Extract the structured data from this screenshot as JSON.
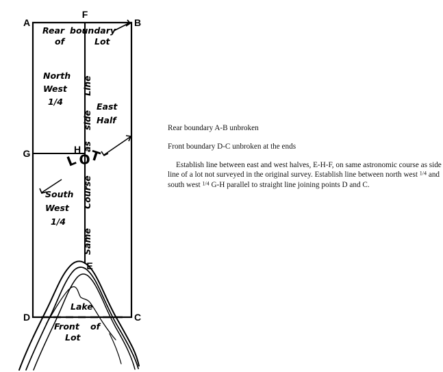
{
  "figure": {
    "type": "survey-plat-diagram",
    "corner_labels": {
      "a": "A",
      "b": "B",
      "c": "C",
      "d": "D",
      "e": "E",
      "f": "F",
      "g": "G",
      "h": "H"
    },
    "inside_labels": {
      "rear": "Rear",
      "boundary": "boundary",
      "of_top": "of",
      "lot_top": "Lot",
      "north": "North",
      "west": "West",
      "quarter_nw": "1/4",
      "east": "East",
      "half": "Half",
      "south": "South",
      "west_sw": "West",
      "quarter_sw": "1/4",
      "lake": "Lake",
      "front": "Front",
      "of_bottom": "of",
      "lot_bottom": "Lot",
      "lot_big": "LOT"
    },
    "vertical_label": {
      "full_text": "Same Course as side Line",
      "words": [
        "Same",
        "Course",
        "as",
        "side",
        "Line"
      ]
    }
  },
  "notes": {
    "line1": "Rear boundary A-B unbroken",
    "line2": "Front boundary D-C unbroken at the ends",
    "para_part1": "Establish line between east and west halves, E-H-F, on same astronomic course as side line of a lot not surveyed in the original survey. Establish line between north west ",
    "frac1": "1/4",
    "para_part2": " and south west ",
    "frac2": "1/4",
    "para_part3": " G-H parallel to straight line joining points D and C."
  },
  "colors": {
    "ink": "#000000",
    "paper": "#ffffff"
  }
}
